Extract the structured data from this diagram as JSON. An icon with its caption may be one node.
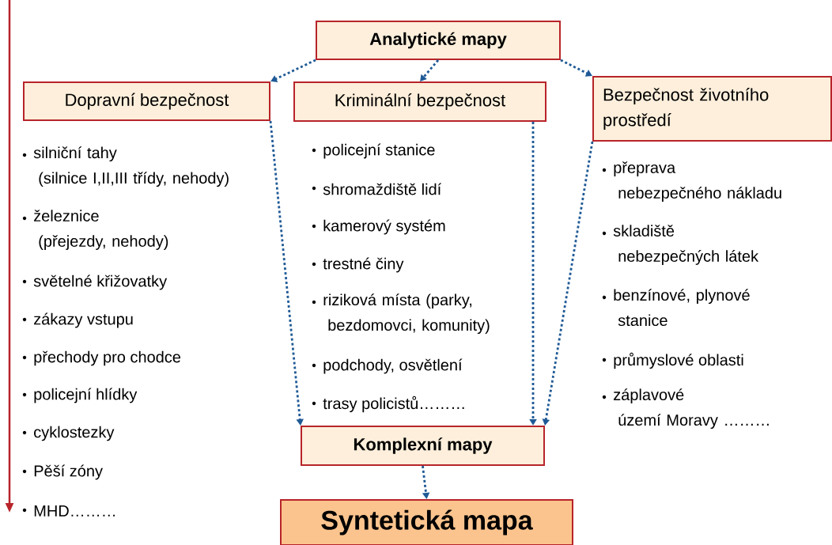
{
  "diagram": {
    "nodes": [
      {
        "text": [
          "Analytické mapy"
        ]
      },
      {
        "text": [
          "Dopravní bezpečnost"
        ]
      },
      {
        "text": [
          "Kriminální bezpečnost"
        ]
      },
      {
        "text": [
          "Bezpečnost životního prostředí"
        ]
      },
      {
        "text": [
          "Komplexní mapy"
        ]
      },
      {
        "text": [
          "Syntetická mapa"
        ]
      }
    ],
    "edges": [
      {
        "from": 0,
        "to": 1,
        "arrow": "to"
      },
      {
        "from": 0,
        "to": 2,
        "arrow": "to"
      },
      {
        "from": 0,
        "to": 3,
        "arrow": "to"
      },
      {
        "from": 1,
        "to": 4,
        "arrow": "to"
      },
      {
        "from": 2,
        "to": 4,
        "arrow": "to"
      },
      {
        "from": 3,
        "to": 4,
        "arrow": "to"
      },
      {
        "from": 4,
        "to": 5,
        "arrow": "to"
      }
    ],
    "labels": [
      "silniční tahy (silnice I,II,III třídy, nehody)",
      "železnice (přejezdy, nehody)",
      "světelné křižovatky",
      "zákazy vstupu",
      "přechody pro chodce",
      "policejní hlídky",
      "cyklostezky",
      "Pěší zóny",
      "MHD………",
      "policejní stanice",
      "shromaždiště lidí",
      "kamerový systém",
      "trestné činy",
      "riziková místa (parky, bezdomovci, komunity)",
      "podchody, osvětlení",
      "trasy policistů………",
      "přeprava nebezpečného nákladu",
      "skladiště nebezpečných látek",
      "benzínové, plynové stanice",
      "průmyslové oblasti",
      "záplavové území Moravy ………"
    ]
  }
}
